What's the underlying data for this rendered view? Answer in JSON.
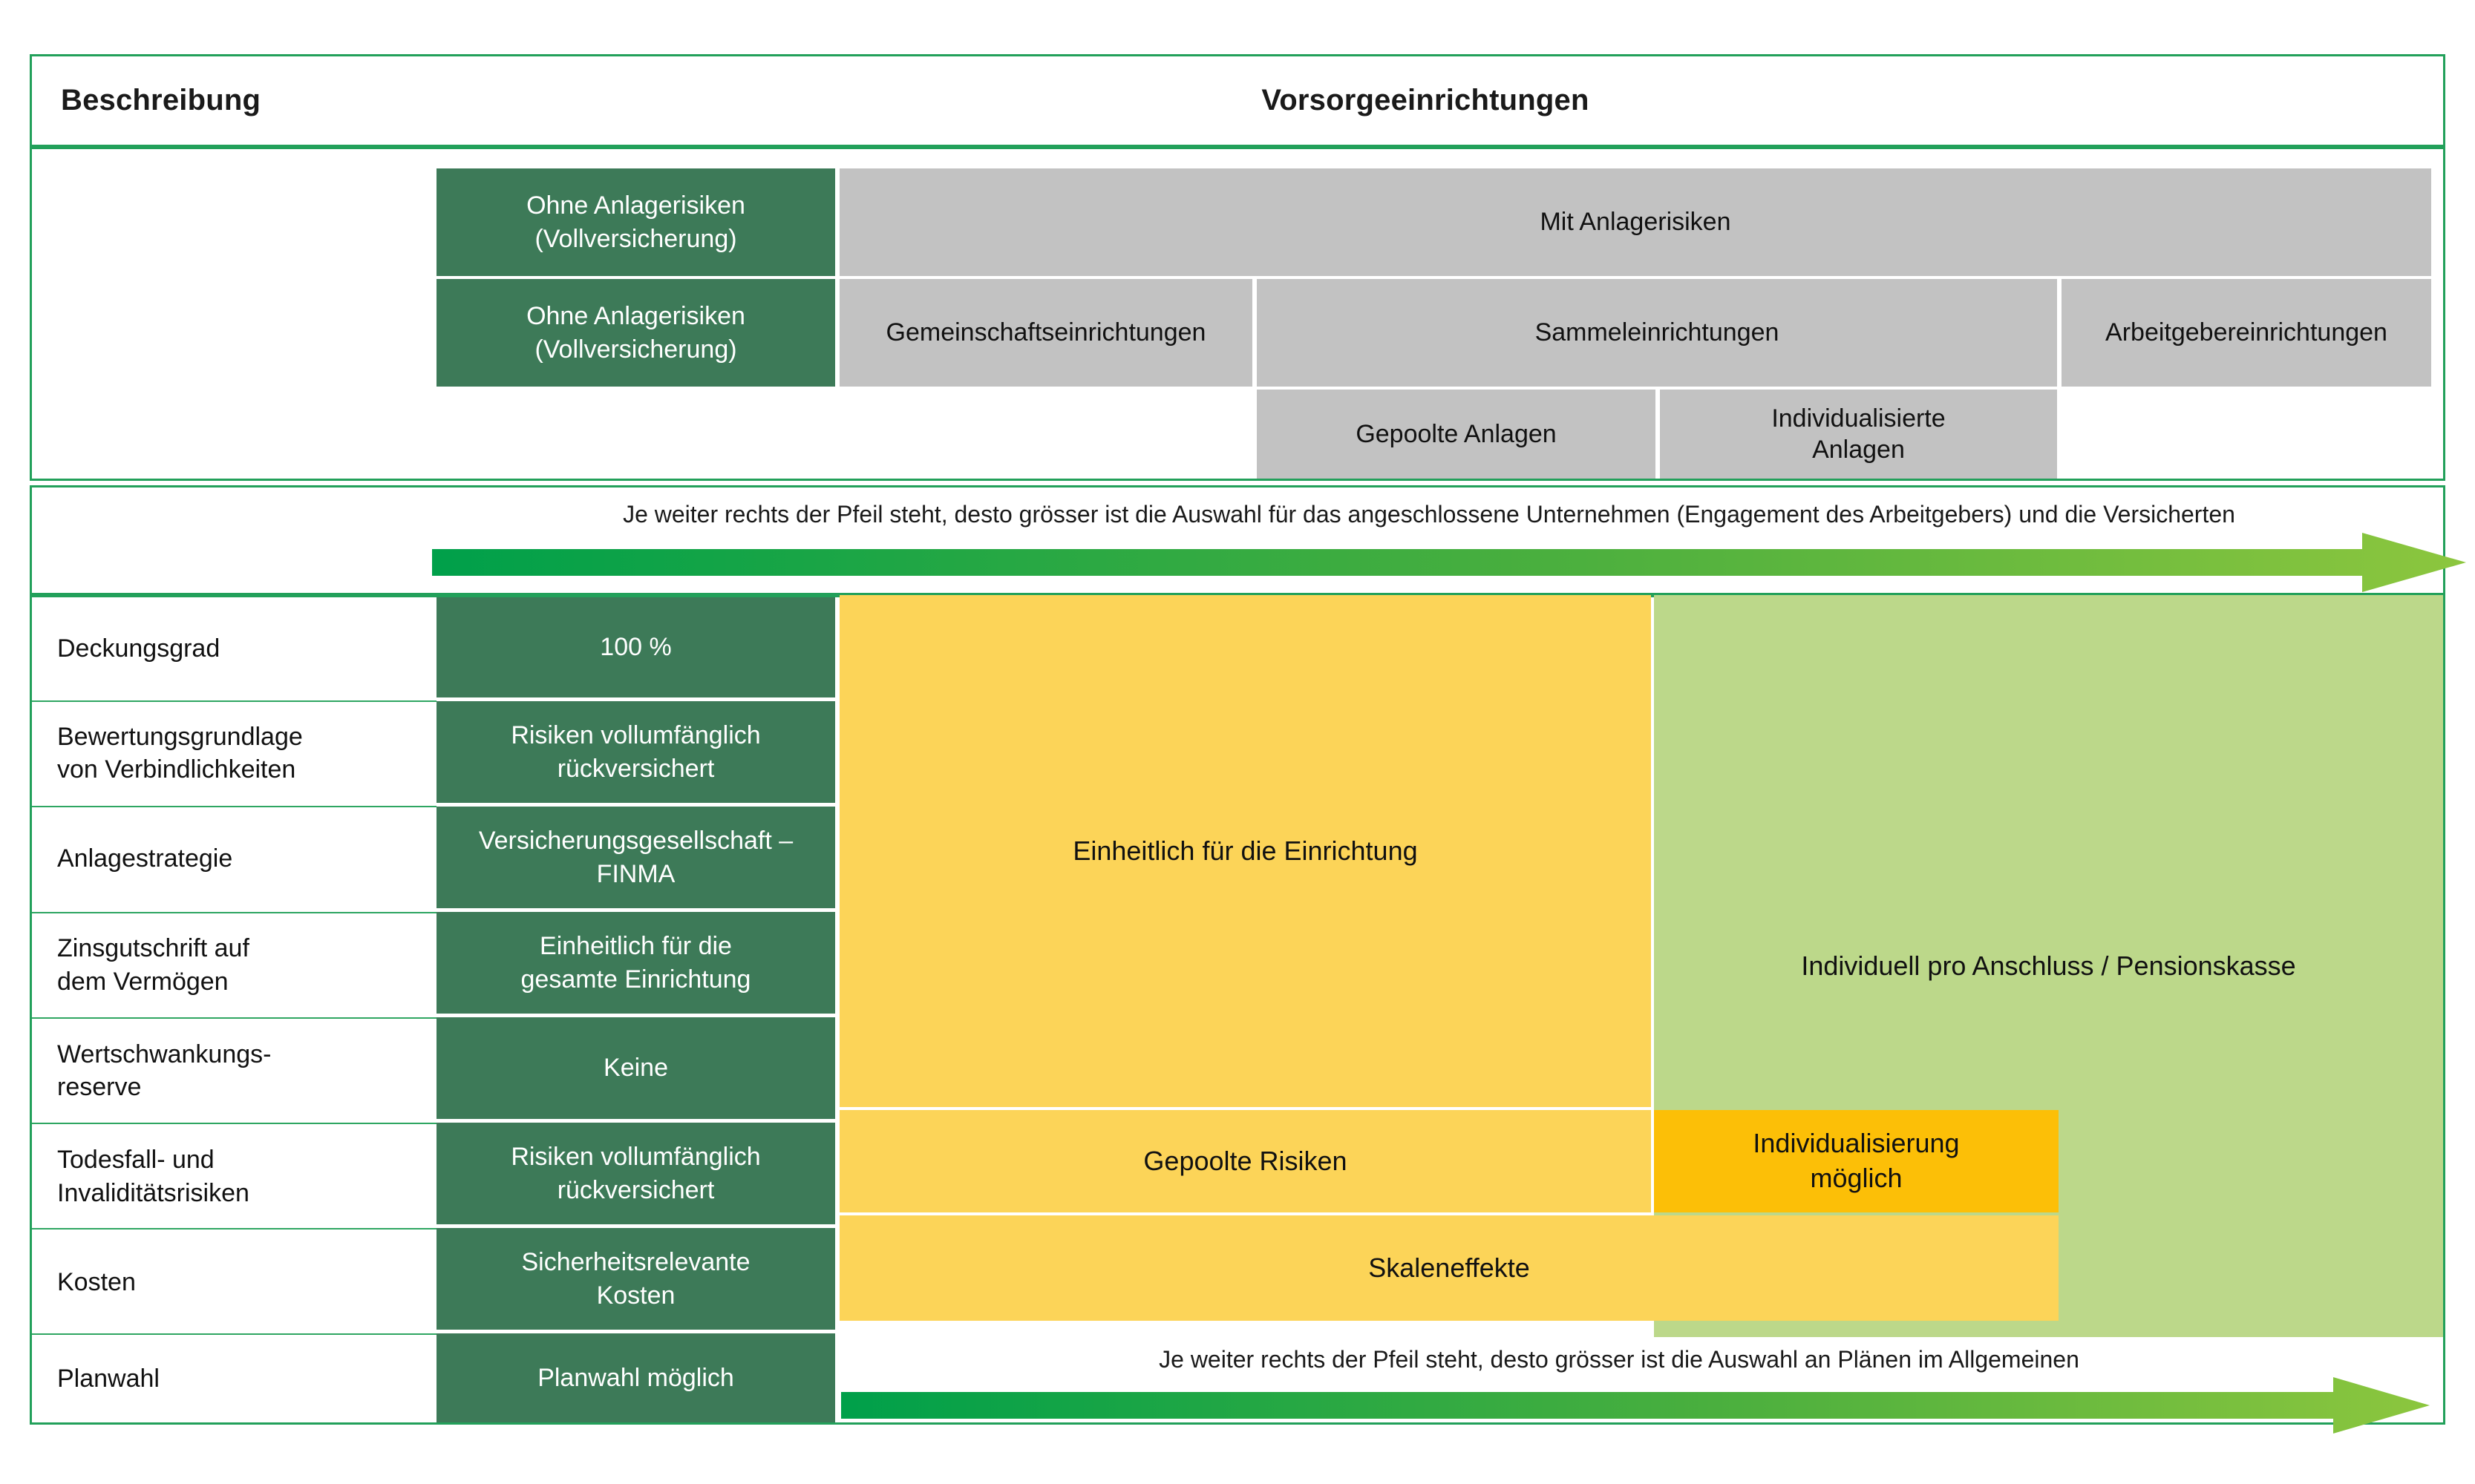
{
  "header": {
    "left_title": "Beschreibung",
    "right_title": "Vorsorgeeinrichtungen"
  },
  "category_header": {
    "row1": {
      "dark": "Ohne Anlagerisiken\n(Vollversicherung)",
      "dark_line1": "Ohne Anlagerisiken",
      "dark_line2": "(Vollversicherung)",
      "grey_span": "Mit Anlagerisiken"
    },
    "row2": {
      "dark_line1": "Ohne Anlagerisiken",
      "dark_line2": "(Vollversicherung)",
      "col_gemeinschaft": "Gemeinschaftseinrichtungen",
      "col_sammel": "Sammeleinrichtungen",
      "col_arbeitgeber": "Arbeitgebereinrichtungen"
    },
    "row3": {
      "col_gepoolt": "Gepoolte Anlagen",
      "col_individualisiert_line1": "Individualisierte",
      "col_individualisiert_line2": "Anlagen"
    }
  },
  "arrow_top": {
    "caption": "Je weiter rechts der Pfeil steht, desto grösser ist die Auswahl für das angeschlossene Unternehmen (Engagement des Arbeitgebers) und die Versicherten"
  },
  "arrow_bottom": {
    "caption": "Je weiter rechts der Pfeil steht, desto grösser ist die Auswahl an Plänen im Allgemeinen"
  },
  "rows": [
    {
      "label": "Deckungsgrad",
      "green": "100 %"
    },
    {
      "label_line1": "Bewertungsgrundlage",
      "label_line2": "von Verbindlichkeiten",
      "green_line1": "Risiken vollumfänglich",
      "green_line2": "rückversichert"
    },
    {
      "label": "Anlagestrategie",
      "green_line1": "Versicherungsgesellschaft –",
      "green_line2": "FINMA"
    },
    {
      "label_line1": "Zinsgutschrift auf",
      "label_line2": "dem Vermögen",
      "green_line1": "Einheitlich für die",
      "green_line2": "gesamte Einrichtung"
    },
    {
      "label_line1": "Wertschwankungs-",
      "label_line2": "reserve",
      "green": "Keine"
    },
    {
      "label_line1": "Todesfall- und",
      "label_line2": "Invaliditätsrisiken",
      "green_line1": "Risiken vollumfänglich",
      "green_line2": "rückversichert"
    },
    {
      "label": "Kosten",
      "green_line1": "Sicherheitsrelevante",
      "green_line2": "Kosten"
    },
    {
      "label": "Planwahl",
      "green": "Planwahl möglich"
    }
  ],
  "blocks": {
    "yellow_main": "Einheitlich für die Einrichtung",
    "lightgreen_main": "Individuell pro Anschluss / Pensionskasse",
    "gepoolte_risiken": "Gepoolte Risiken",
    "individualisierung_line1": "Individualisierung",
    "individualisierung_line2": "möglich",
    "skaleneffekte": "Skaleneffekte"
  },
  "colors": {
    "frame_green": "#22a05a",
    "dark_green": "#3d7a58",
    "grey": "#c2c2c2",
    "yellow": "#fcd458",
    "yellow_strong": "#fcbf07",
    "light_green": "#bcd88a",
    "arrow_start": "#00a04a",
    "arrow_end": "#8cc63e"
  }
}
